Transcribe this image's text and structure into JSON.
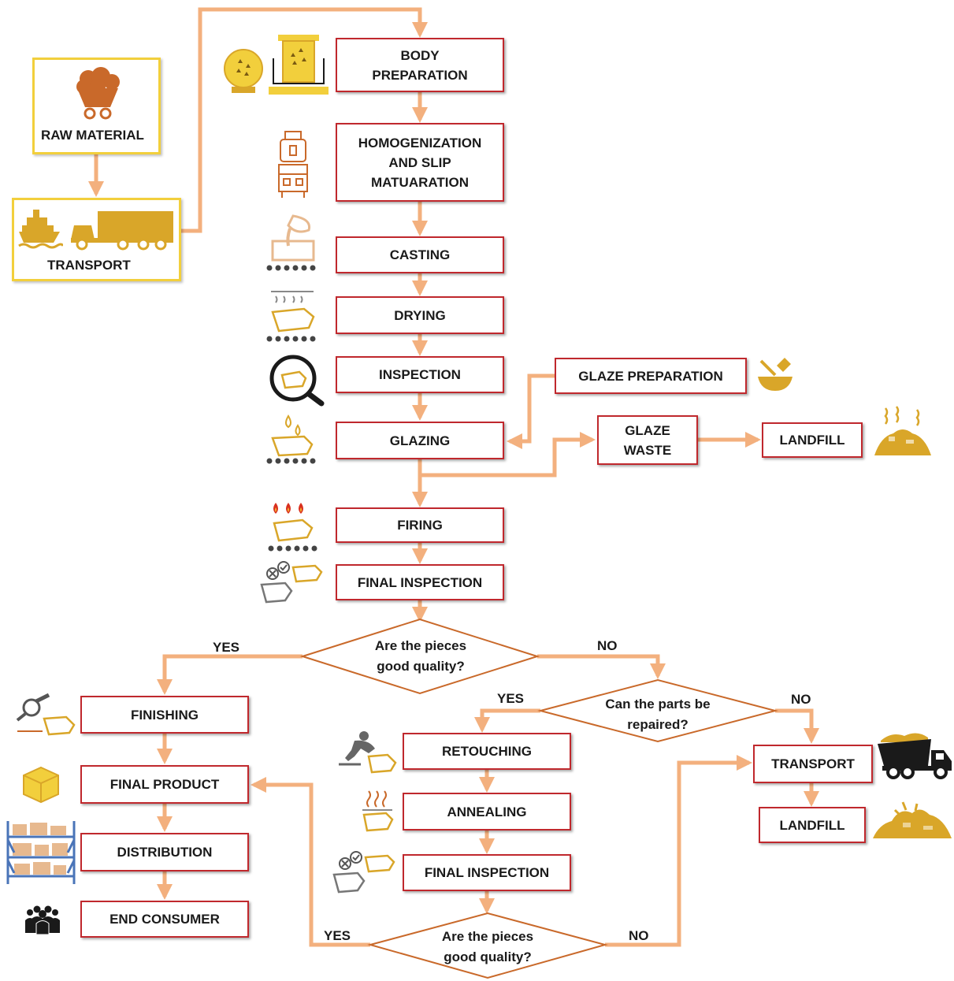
{
  "colors": {
    "arrow": "#f3b07e",
    "box_border": "#c0282d",
    "diamond_border": "#c9692a",
    "icon_gold": "#d9a629",
    "raw_border": "#f2cf3c",
    "raw_icon": "#c9692a"
  },
  "start": {
    "raw_material": "RAW MATERIAL",
    "transport": "TRANSPORT"
  },
  "steps": {
    "body_preparation": "BODY\nPREPARATION",
    "homogenization": "HOMOGENIZATION\nAND SLIP\nMATUARATION",
    "casting": "CASTING",
    "drying": "DRYING",
    "inspection": "INSPECTION",
    "glazing": "GLAZING",
    "glaze_preparation": "GLAZE PREPARATION",
    "glaze_waste": "GLAZE\nWASTE",
    "landfill_glaze": "LANDFILL",
    "firing": "FIRING",
    "final_inspection": "FINAL INSPECTION",
    "finishing": "FINISHING",
    "final_product": "FINAL PRODUCT",
    "distribution": "DISTRIBUTION",
    "end_consumer": "END CONSUMER",
    "retouching": "RETOUCHING",
    "annealing": "ANNEALING",
    "final_inspection_2": "FINAL INSPECTION",
    "transport_waste": "TRANSPORT",
    "landfill_final": "LANDFILL"
  },
  "decisions": {
    "quality_1": "Are the pieces\ngood quality?",
    "repair": "Can the parts be\nrepaired?",
    "quality_2": "Are the pieces\ngood quality?"
  },
  "edge_labels": {
    "yes": "YES",
    "no": "NO"
  },
  "icons": [
    "clay-cart-icon",
    "ship-icon",
    "truck-icon",
    "mill-icon",
    "press-icon",
    "mixer-icon",
    "casting-icon",
    "drying-icon",
    "magnifier-icon",
    "glazing-icon",
    "glaze-bowl-icon",
    "waste-pile-icon",
    "kiln-icon",
    "inspection-icon",
    "grinder-icon",
    "box-icon",
    "shelves-icon",
    "people-icon",
    "worker-icon",
    "annealing-icon",
    "dump-truck-icon",
    "landfill-pile-icon"
  ]
}
